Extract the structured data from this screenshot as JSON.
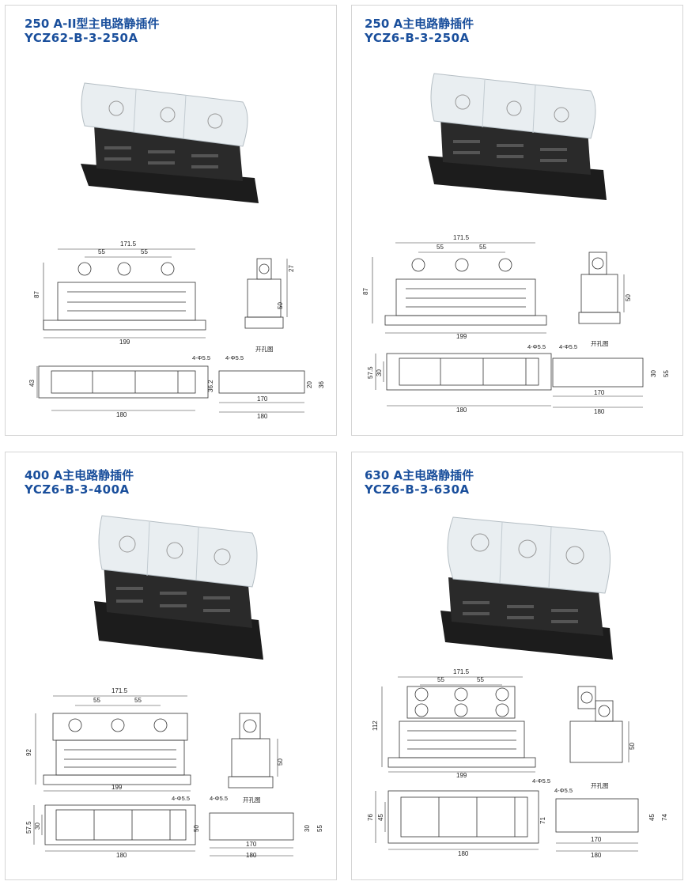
{
  "products": [
    {
      "title_line1": "250 A-II型主电路静插件",
      "title_line2": "YCZ62-B-3-250A",
      "dims": {
        "d171": "171.5",
        "d55a": "55",
        "d55b": "55",
        "d87": "87",
        "d199": "199",
        "d27": "27",
        "d50": "50",
        "holes_a": "4-Φ5.5",
        "holes_b": "4-Φ5.5",
        "cutout": "开孔图",
        "d43": "43",
        "d36_2": "36.2",
        "d20": "20",
        "d36": "36",
        "d170": "170",
        "d180a": "180",
        "d180b": "180"
      }
    },
    {
      "title_line1": "250 A主电路静插件",
      "title_line2": "YCZ6-B-3-250A",
      "dims": {
        "d171": "171.5",
        "d55a": "55",
        "d55b": "55",
        "d87": "87",
        "d199": "199",
        "d50": "50",
        "holes_a": "4-Φ5.5",
        "holes_b": "4-Φ5.5",
        "cutout": "开孔图",
        "d57_5": "57.5",
        "d30a": "30",
        "d30b": "30",
        "d55c": "55",
        "d170": "170",
        "d180a": "180",
        "d180b": "180"
      }
    },
    {
      "title_line1": "400 A主电路静插件",
      "title_line2": "YCZ6-B-3-400A",
      "dims": {
        "d171": "171.5",
        "d55a": "55",
        "d55b": "55",
        "d92": "92",
        "d199": "199",
        "d50": "50",
        "holes_a": "4-Φ5.5",
        "holes_b": "4-Φ5.5",
        "cutout": "开孔图",
        "d57_5": "57.5",
        "d30a": "30",
        "d50b": "50",
        "d30b": "30",
        "d55c": "55",
        "d170": "170",
        "d180a": "180",
        "d180b": "180"
      }
    },
    {
      "title_line1": "630 A主电路静插件",
      "title_line2": "YCZ6-B-3-630A",
      "dims": {
        "d171": "171.5",
        "d55a": "55",
        "d55b": "55",
        "d112": "112",
        "d199": "199",
        "d50": "50",
        "holes_a": "4-Φ5.5",
        "holes_b": "4-Φ5.5",
        "cutout": "开孔图",
        "d76": "76",
        "d45a": "45",
        "d71": "71",
        "d45b": "45",
        "d74": "74",
        "d170": "170",
        "d180a": "180",
        "d180b": "180"
      }
    }
  ],
  "colors": {
    "title": "#1a4f9c",
    "border": "#d4d4d4",
    "housing": "#222222",
    "cover": "#e9eef1"
  }
}
